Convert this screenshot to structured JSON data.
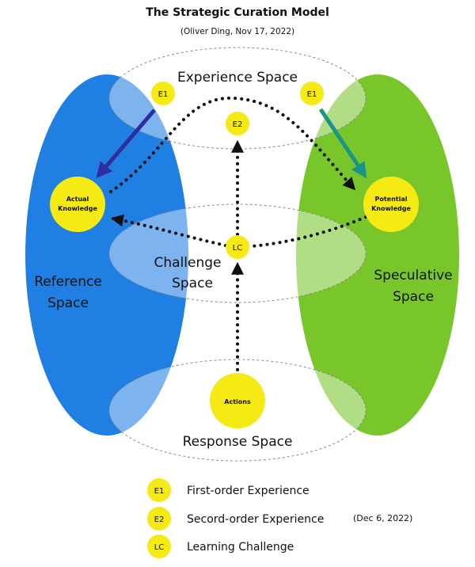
{
  "header": {
    "title": "The Strategic Curation Model",
    "subtitle": "(Oliver Ding, Nov 17, 2022)"
  },
  "spaces": {
    "experience": "Experience Space",
    "challenge_line1": "Challenge",
    "challenge_line2": "Space",
    "response": "Response Space",
    "reference_line1": "Reference",
    "reference_line2": "Space",
    "speculative_line1": "Speculative",
    "speculative_line2": "Space"
  },
  "nodes": {
    "e1_left": "E1",
    "e1_right": "E1",
    "e2": "E2",
    "lc": "LC",
    "actual_line1": "Actual",
    "actual_line2": "Knowledge",
    "potential_line1": "Potential",
    "potential_line2": "Knowledge",
    "actions": "Actions"
  },
  "legend": {
    "items": [
      {
        "code": "E1",
        "label": "First-order Experience"
      },
      {
        "code": "E2",
        "label": "Secord-order Experience"
      },
      {
        "code": "LC",
        "label": "Learning Challenge"
      }
    ],
    "note": "(Dec 6, 2022)"
  },
  "colors": {
    "reference_blue": "#1f7fe3",
    "speculative_green": "#79c62b",
    "node_yellow": "#f5ea14",
    "arrow_navy": "#2e2ea0",
    "arrow_teal": "#1a9488"
  }
}
